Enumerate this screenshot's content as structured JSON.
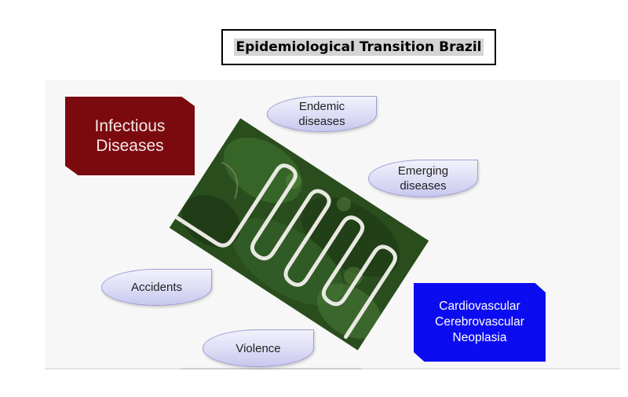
{
  "title": "Epidemiological Transition Brazil",
  "nodes": {
    "infectious": "Infectious\nDiseases",
    "endemic": "Endemic\ndiseases",
    "emerging": "Emerging\ndiseases",
    "accidents": "Accidents",
    "violence": "Violence",
    "chronic": "Cardiovascular\nCerebrovascular\nNeoplasia"
  },
  "colors": {
    "infectious_box": "#7b0a0f",
    "chronic_box": "#0b0cf0",
    "oval_fill": "#dcdcf6",
    "oval_border": "#9e9ed2"
  },
  "image": {
    "icon": "winding-mountain-road-aerial-photo"
  }
}
